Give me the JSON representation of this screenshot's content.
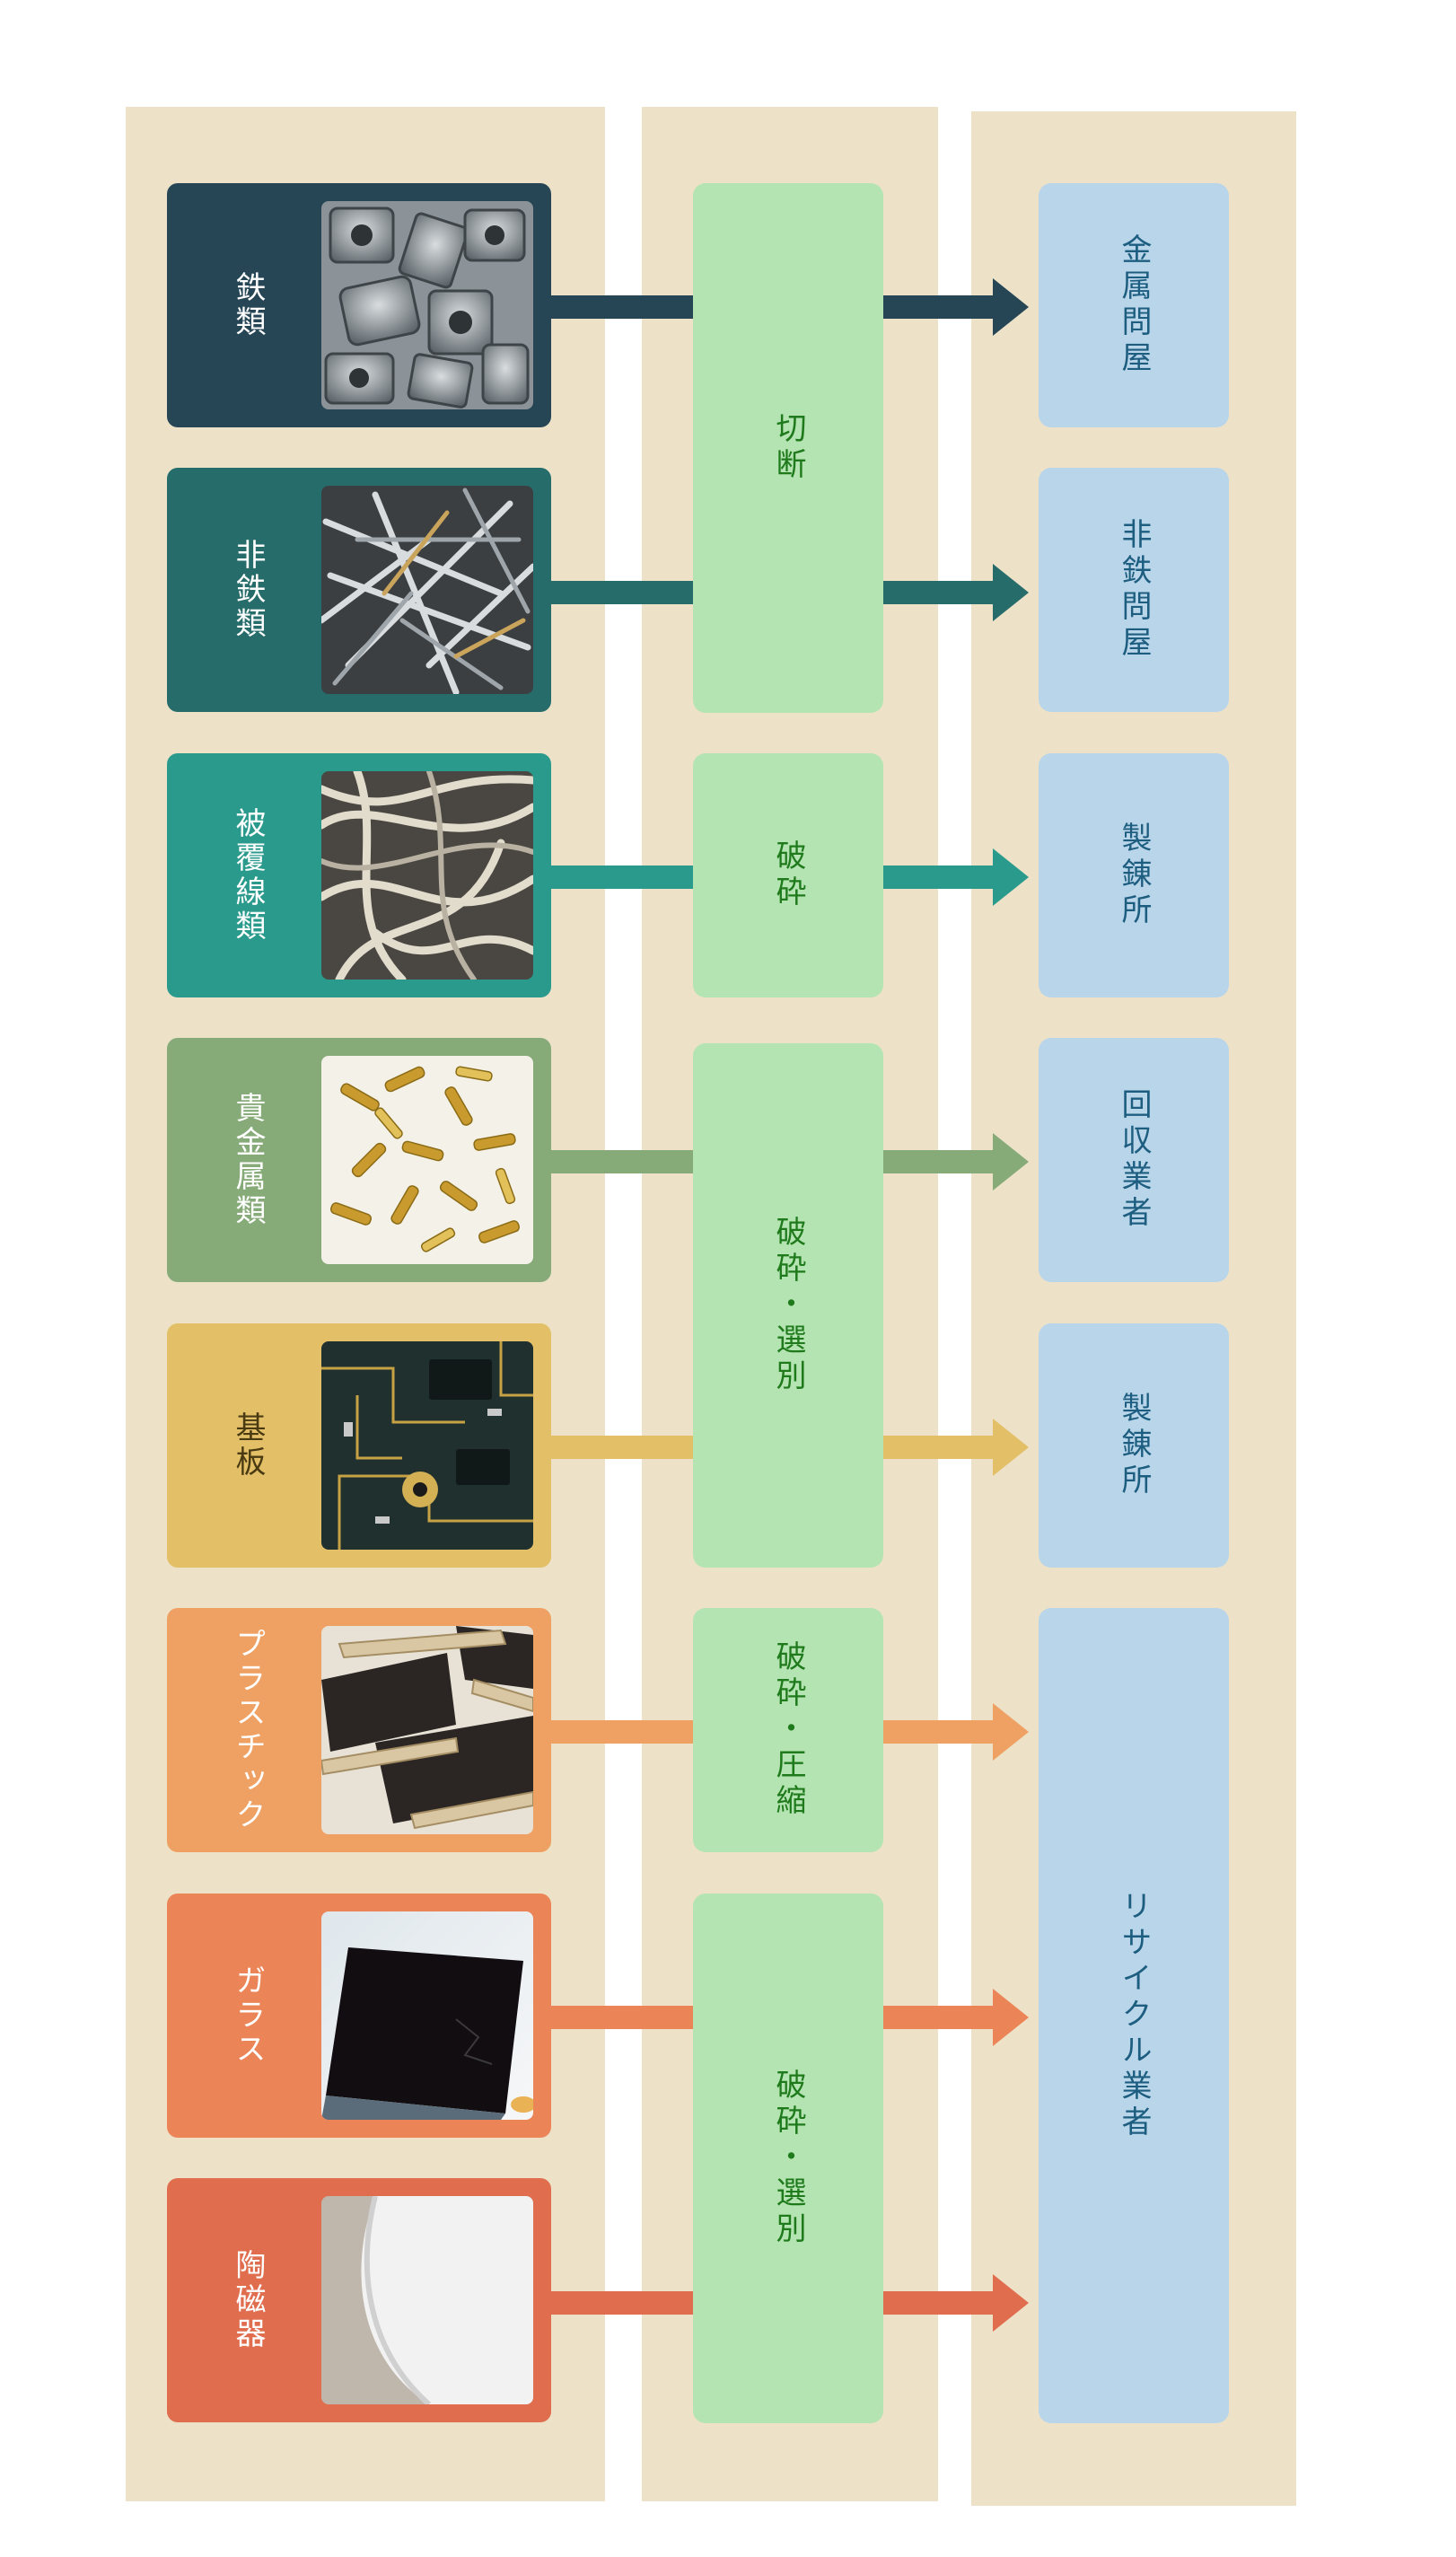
{
  "categories": [
    {
      "label": "鉄類",
      "color": "#264656",
      "photo": "steel-fittings"
    },
    {
      "label": "非鉄類",
      "color": "#266c6b",
      "photo": "aluminium-scrap"
    },
    {
      "label": "被覆線類",
      "color": "#299a8c",
      "photo": "coated-wire"
    },
    {
      "label": "貴金属類",
      "color": "#86ab78",
      "photo": "gold-pins"
    },
    {
      "label": "基板",
      "color": "#e3c068",
      "photo": "circuit-board"
    },
    {
      "label": "プラスチック",
      "color": "#efa164",
      "photo": "plastic-scrap"
    },
    {
      "label": "ガラス",
      "color": "#eb8558",
      "photo": "glass-panel"
    },
    {
      "label": "陶磁器",
      "color": "#e06d4e",
      "photo": "ceramic"
    }
  ],
  "processes": [
    {
      "label": "切断"
    },
    {
      "label": "破砕"
    },
    {
      "label": "破砕・選別"
    },
    {
      "label": "破砕・圧縮"
    },
    {
      "label": "破砕・選別"
    }
  ],
  "destinations": [
    {
      "label": "金属問屋"
    },
    {
      "label": "非鉄問屋"
    },
    {
      "label": "製錬所"
    },
    {
      "label": "回収業者"
    },
    {
      "label": "製錬所"
    },
    {
      "label": "リサイクル業者"
    }
  ],
  "colors": {
    "column_background": "#ede2c8",
    "process_box": "#b3e4b1",
    "process_text": "#1f7a1c",
    "destination_box": "#b9d5ea",
    "destination_text": "#1d5e80"
  }
}
